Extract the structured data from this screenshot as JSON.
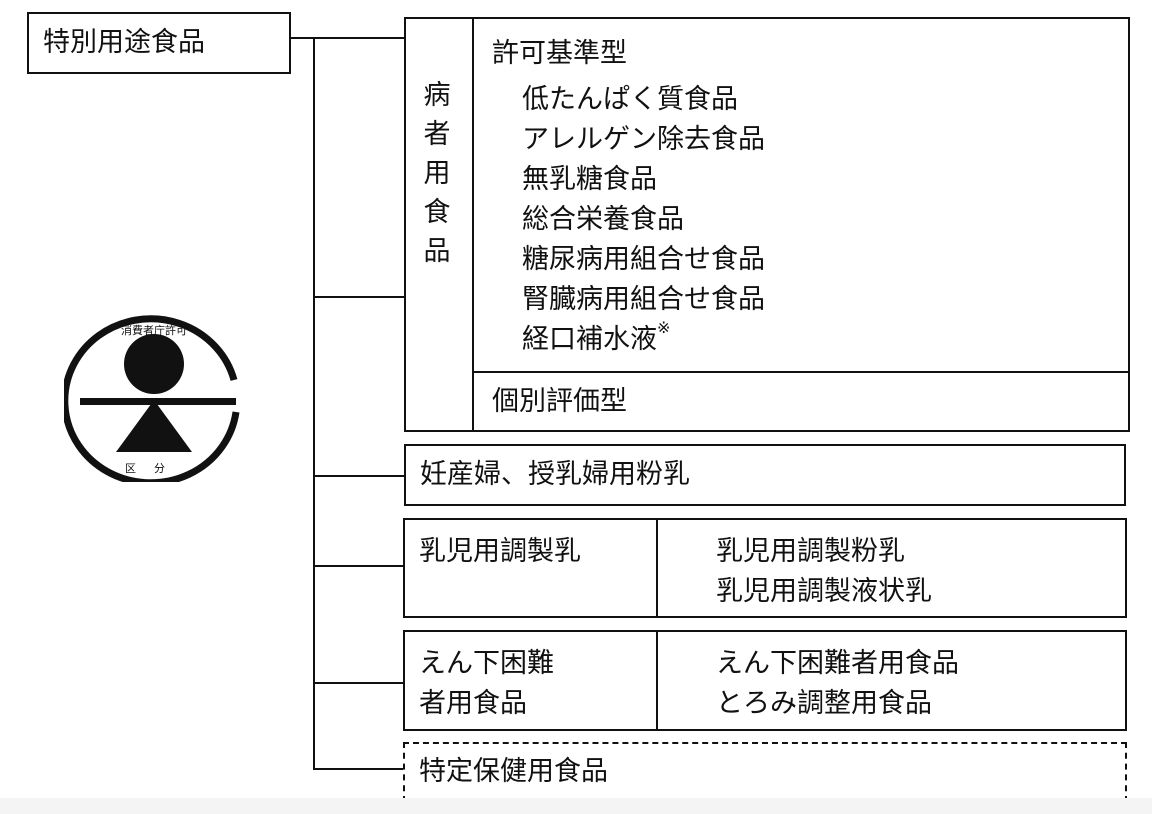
{
  "root": {
    "label": "特別用途食品"
  },
  "logo": {
    "name": "permission-mark",
    "top_text": "消費者庁許可",
    "bottom_text": "区分"
  },
  "patient_foods": {
    "label": "病者用食品",
    "approval_standard": {
      "title": "許可基準型",
      "items": [
        "低たんぱく質食品",
        "アレルゲン除去食品",
        "無乳糖食品",
        "総合栄養食品",
        "糖尿病用組合せ食品",
        "腎臓病用組合せ食品",
        "経口補水液"
      ],
      "last_item_note": "※"
    },
    "individual_evaluation": "個別評価型"
  },
  "maternal": {
    "label": "妊産婦、授乳婦用粉乳"
  },
  "infant_formula": {
    "label": "乳児用調製乳",
    "items": [
      "乳児用調製粉乳",
      "乳児用調製液状乳"
    ]
  },
  "dysphagia": {
    "label_line1": "えん下困難",
    "label_line2": "者用食品",
    "items": [
      "えん下困難者用食品",
      "とろみ調整用食品"
    ]
  },
  "specified_health": {
    "label": "特定保健用食品"
  }
}
